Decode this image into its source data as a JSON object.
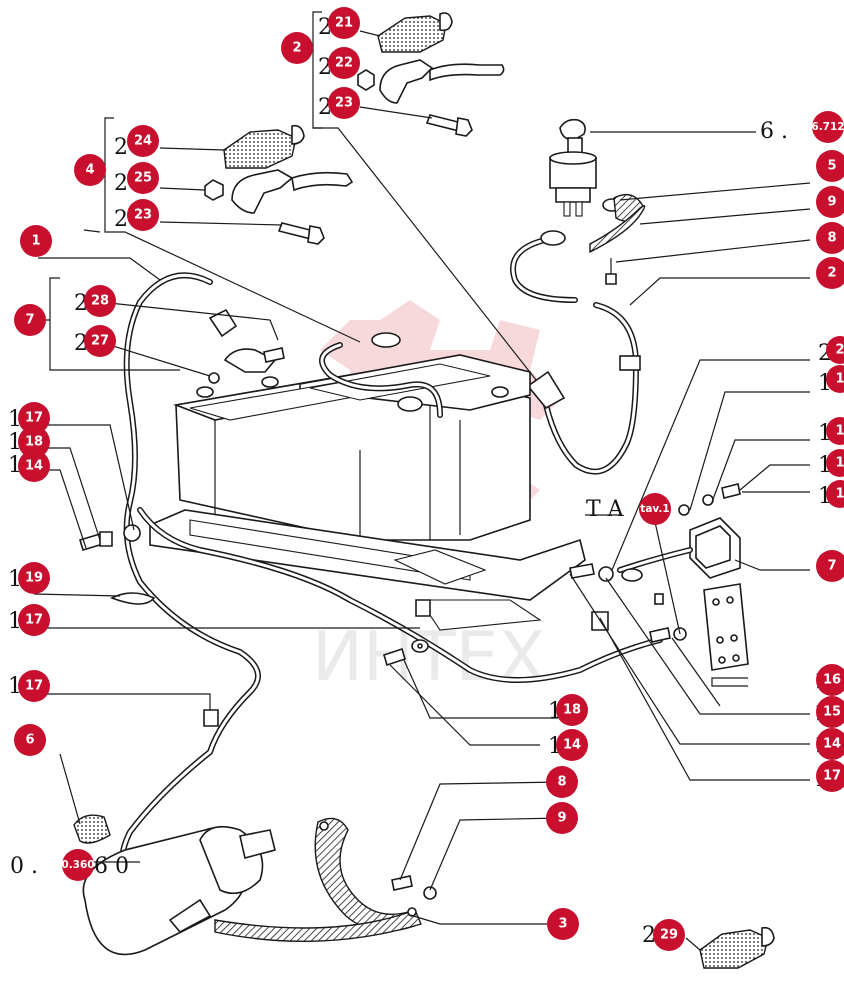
{
  "diagram": {
    "watermark_text": "ИНТЕХ",
    "colors": {
      "badge": "#c8102e",
      "watermark": "#f3b9bd",
      "ink": "#1a1a1a"
    },
    "badges": [
      {
        "id": "b1",
        "text": "1"
      },
      {
        "id": "b2a",
        "text": "2"
      },
      {
        "id": "b2b",
        "text": "2"
      },
      {
        "id": "b3",
        "text": "3"
      },
      {
        "id": "b4",
        "text": "4"
      },
      {
        "id": "b5",
        "text": "5"
      },
      {
        "id": "b6",
        "text": "6"
      },
      {
        "id": "b7a",
        "text": "7"
      },
      {
        "id": "b7b",
        "text": "7"
      },
      {
        "id": "b8a",
        "text": "8"
      },
      {
        "id": "b8b",
        "text": "8"
      },
      {
        "id": "b9a",
        "text": "9"
      },
      {
        "id": "b9b",
        "text": "9"
      },
      {
        "id": "b14a",
        "text": "14"
      },
      {
        "id": "b14b",
        "text": "14"
      },
      {
        "id": "b14c",
        "text": "14"
      },
      {
        "id": "b15",
        "text": "15"
      },
      {
        "id": "b16",
        "text": "16"
      },
      {
        "id": "b17a",
        "text": "17"
      },
      {
        "id": "b17b",
        "text": "17"
      },
      {
        "id": "b17c",
        "text": "17"
      },
      {
        "id": "b17d",
        "text": "17"
      },
      {
        "id": "b18a",
        "text": "18"
      },
      {
        "id": "b18b",
        "text": "18"
      },
      {
        "id": "b19",
        "text": "19"
      },
      {
        "id": "b21",
        "text": "21"
      },
      {
        "id": "b22",
        "text": "22"
      },
      {
        "id": "b23a",
        "text": "23"
      },
      {
        "id": "b23b",
        "text": "23"
      },
      {
        "id": "b24",
        "text": "24"
      },
      {
        "id": "b25",
        "text": "25"
      },
      {
        "id": "b27",
        "text": "27"
      },
      {
        "id": "b28",
        "text": "28"
      },
      {
        "id": "b29",
        "text": "29"
      },
      {
        "id": "b712",
        "text": "6.712"
      },
      {
        "id": "btav",
        "text": "tav.1"
      },
      {
        "id": "b360",
        "text": "0.360"
      },
      {
        "id": "b2r",
        "text": "2"
      },
      {
        "id": "b1r1",
        "text": "1"
      },
      {
        "id": "b1r2",
        "text": "1"
      },
      {
        "id": "b1r3",
        "text": "1"
      },
      {
        "id": "b1r4",
        "text": "1"
      }
    ],
    "labels": [
      {
        "id": "t2_21",
        "text": "2"
      },
      {
        "id": "t2_22",
        "text": "2"
      },
      {
        "id": "t2_23a",
        "text": "2"
      },
      {
        "id": "t2_24",
        "text": "2"
      },
      {
        "id": "t2_25",
        "text": "2"
      },
      {
        "id": "t2_23b",
        "text": "2"
      },
      {
        "id": "t2_28",
        "text": "2"
      },
      {
        "id": "t2_27",
        "text": "2"
      },
      {
        "id": "t1_17a",
        "text": "1"
      },
      {
        "id": "t1_18a",
        "text": "1"
      },
      {
        "id": "t1_14a",
        "text": "1"
      },
      {
        "id": "t1_19",
        "text": "1"
      },
      {
        "id": "t1_17b",
        "text": "1"
      },
      {
        "id": "t1_17c",
        "text": "1"
      },
      {
        "id": "t1_18b",
        "text": "1"
      },
      {
        "id": "t1_14b",
        "text": "1"
      },
      {
        "id": "t1_16",
        "text": "1"
      },
      {
        "id": "t1_15",
        "text": "1"
      },
      {
        "id": "t1_14c",
        "text": "1"
      },
      {
        "id": "t1_17d",
        "text": "1"
      },
      {
        "id": "t2_29",
        "text": "2"
      },
      {
        "id": "t_6dot",
        "text": "6 ."
      },
      {
        "id": "t_ta",
        "text": "T A"
      },
      {
        "id": "t_0dot",
        "text": "0 ."
      },
      {
        "id": "t_60",
        "text": "6 0"
      },
      {
        "id": "t2_r",
        "text": "2"
      },
      {
        "id": "t1_r1",
        "text": "1"
      },
      {
        "id": "t1_r2",
        "text": "1"
      },
      {
        "id": "t1_r3",
        "text": "1"
      },
      {
        "id": "t1_r4",
        "text": "1"
      }
    ]
  }
}
